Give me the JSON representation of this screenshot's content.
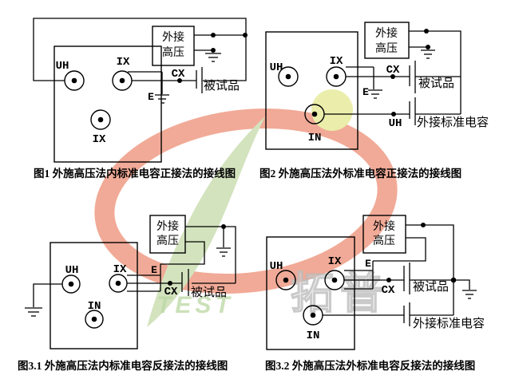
{
  "page": {
    "background": "#ffffff"
  },
  "watermark": {
    "brand_cjk": "拓普",
    "brand_latin": "TEST",
    "ring_color": "#f0a18c",
    "leaf_color": "#cfe0b8",
    "highlight_color": "#e9eda2",
    "latin_color": "#b7d59e"
  },
  "figures": [
    {
      "caption": "图1 外施高压法内标准电容正接法的接线图",
      "hv_source": {
        "line1": "外接",
        "line2": "高压"
      },
      "labels": {
        "uh": "UH",
        "ix_top": "IX",
        "ix_bottom": "IX",
        "cx": "CX",
        "e": "E",
        "test_object": "被试品"
      }
    },
    {
      "caption": "图2 外施高压法外标准电容正接法的接线图",
      "hv_source": {
        "line1": "外接",
        "line2": "高压"
      },
      "labels": {
        "uh": "UH",
        "ix": "IX",
        "in": "IN",
        "cx": "CX",
        "e": "E",
        "uh_wire": "UH",
        "test_object": "被试品",
        "std_capacitor": "外接标准电容"
      }
    },
    {
      "caption": "图3.1 外施高压法内标准电容反接法的接线图",
      "hv_source": {
        "line1": "外接",
        "line2": "高压"
      },
      "labels": {
        "uh": "UH",
        "ix": "IX",
        "in": "IN",
        "cx": "CX",
        "e": "E",
        "test_object": "被试品"
      }
    },
    {
      "caption": "图3.2 外施高压法外标准电容反接法的接线图",
      "hv_source": {
        "line1": "外接",
        "line2": "高压"
      },
      "labels": {
        "uh": "UH",
        "ix": "IX",
        "in": "IN",
        "cx": "CX",
        "e": "E",
        "test_object": "被试品",
        "std_capacitor": "外接标准电容"
      }
    }
  ]
}
